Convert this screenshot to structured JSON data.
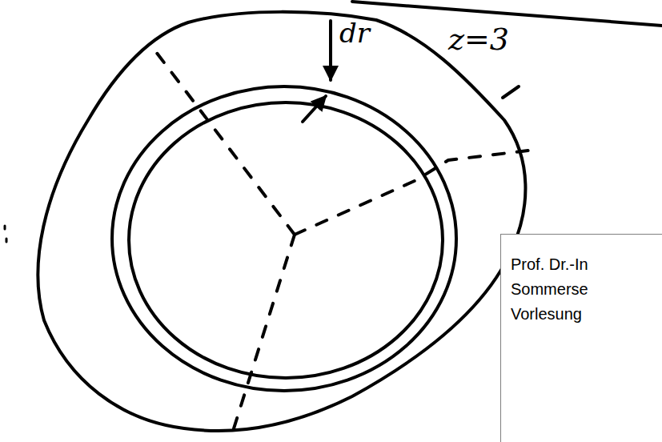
{
  "diagram": {
    "nodes": [
      {
        "text": [
          "Prof. Dr.-In",
          "Sommerse",
          "Vorlesung"
        ]
      }
    ],
    "edges": [],
    "labels": [
      "dr",
      "z=3"
    ]
  }
}
